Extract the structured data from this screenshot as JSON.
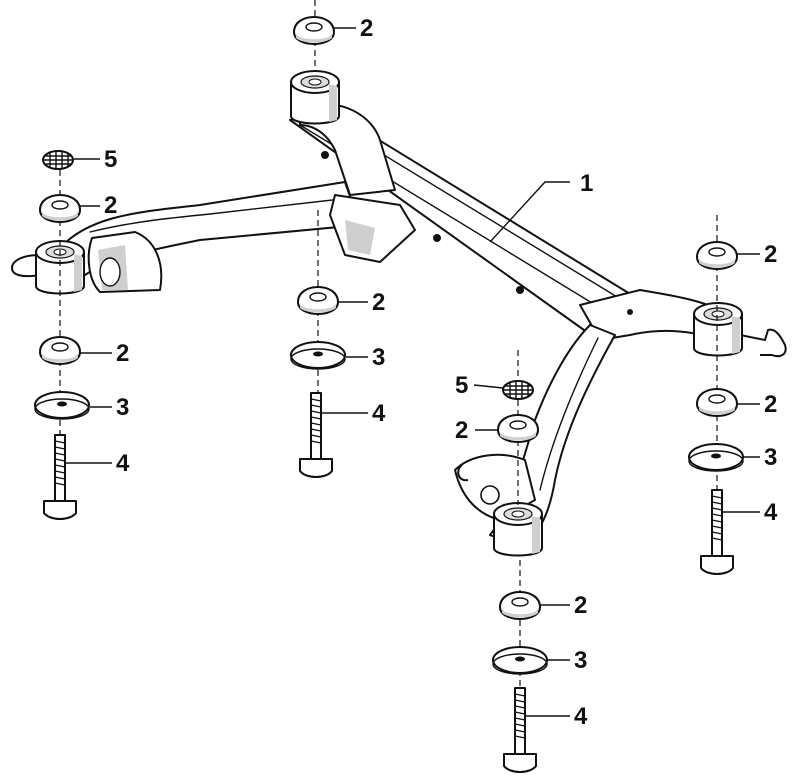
{
  "callouts": [
    {
      "id": "subframe",
      "label": "1"
    },
    {
      "id": "washer-top",
      "label": "2"
    },
    {
      "id": "mesh-left",
      "label": "5"
    },
    {
      "id": "washer-left-upper",
      "label": "2"
    },
    {
      "id": "washer-left-lower",
      "label": "2"
    },
    {
      "id": "disc-left",
      "label": "3"
    },
    {
      "id": "bolt-left",
      "label": "4"
    },
    {
      "id": "washer-mid",
      "label": "2"
    },
    {
      "id": "disc-mid",
      "label": "3"
    },
    {
      "id": "bolt-mid",
      "label": "4"
    },
    {
      "id": "mesh-center",
      "label": "5"
    },
    {
      "id": "washer-center",
      "label": "2"
    },
    {
      "id": "washer-right-upper",
      "label": "2"
    },
    {
      "id": "washer-right-lower",
      "label": "2"
    },
    {
      "id": "disc-right",
      "label": "3"
    },
    {
      "id": "bolt-right",
      "label": "4"
    },
    {
      "id": "washer-bottom",
      "label": "2"
    },
    {
      "id": "disc-bottom",
      "label": "3"
    },
    {
      "id": "bolt-bottom",
      "label": "4"
    }
  ]
}
